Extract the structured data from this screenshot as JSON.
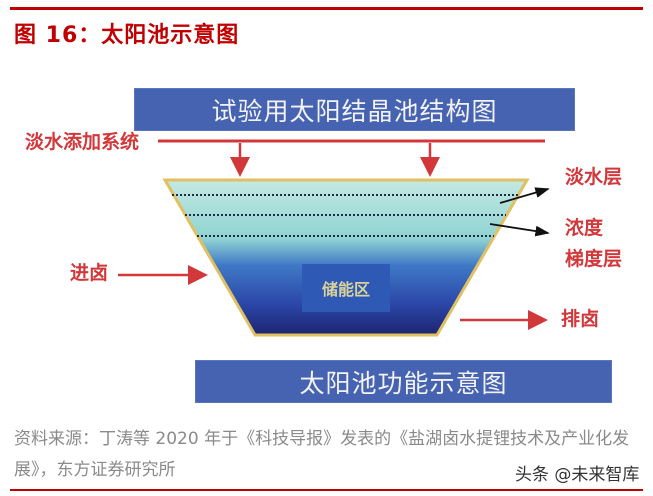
{
  "figure": {
    "title": "图 16：太阳池示意图",
    "number": "16"
  },
  "diagram": {
    "top_banner": "试验用太阳结晶池结构图",
    "bottom_banner": "太阳池功能示意图",
    "labels": {
      "fresh_water_system": "淡水添加系统",
      "brine_in": "进卤",
      "brine_out": "排卤",
      "fresh_water_layer": "淡水层",
      "gradient_layer_line1": "浓度",
      "gradient_layer_line2": "梯度层",
      "storage_zone": "储能区"
    },
    "colors": {
      "banner_blue": "#4563b0",
      "label_red": "#d2383a",
      "pool_top": "#bfe6df",
      "pool_bottom": "#1d2f86",
      "pool_border": "#e0c060",
      "storage_box": "#2e59b4"
    }
  },
  "source": {
    "text": "资料来源：丁涛等 2020 年于《科技导报》发表的《盐湖卤水提锂技术及产业化发展》，东方证券研究所"
  },
  "watermark": "头条 @未来智库"
}
